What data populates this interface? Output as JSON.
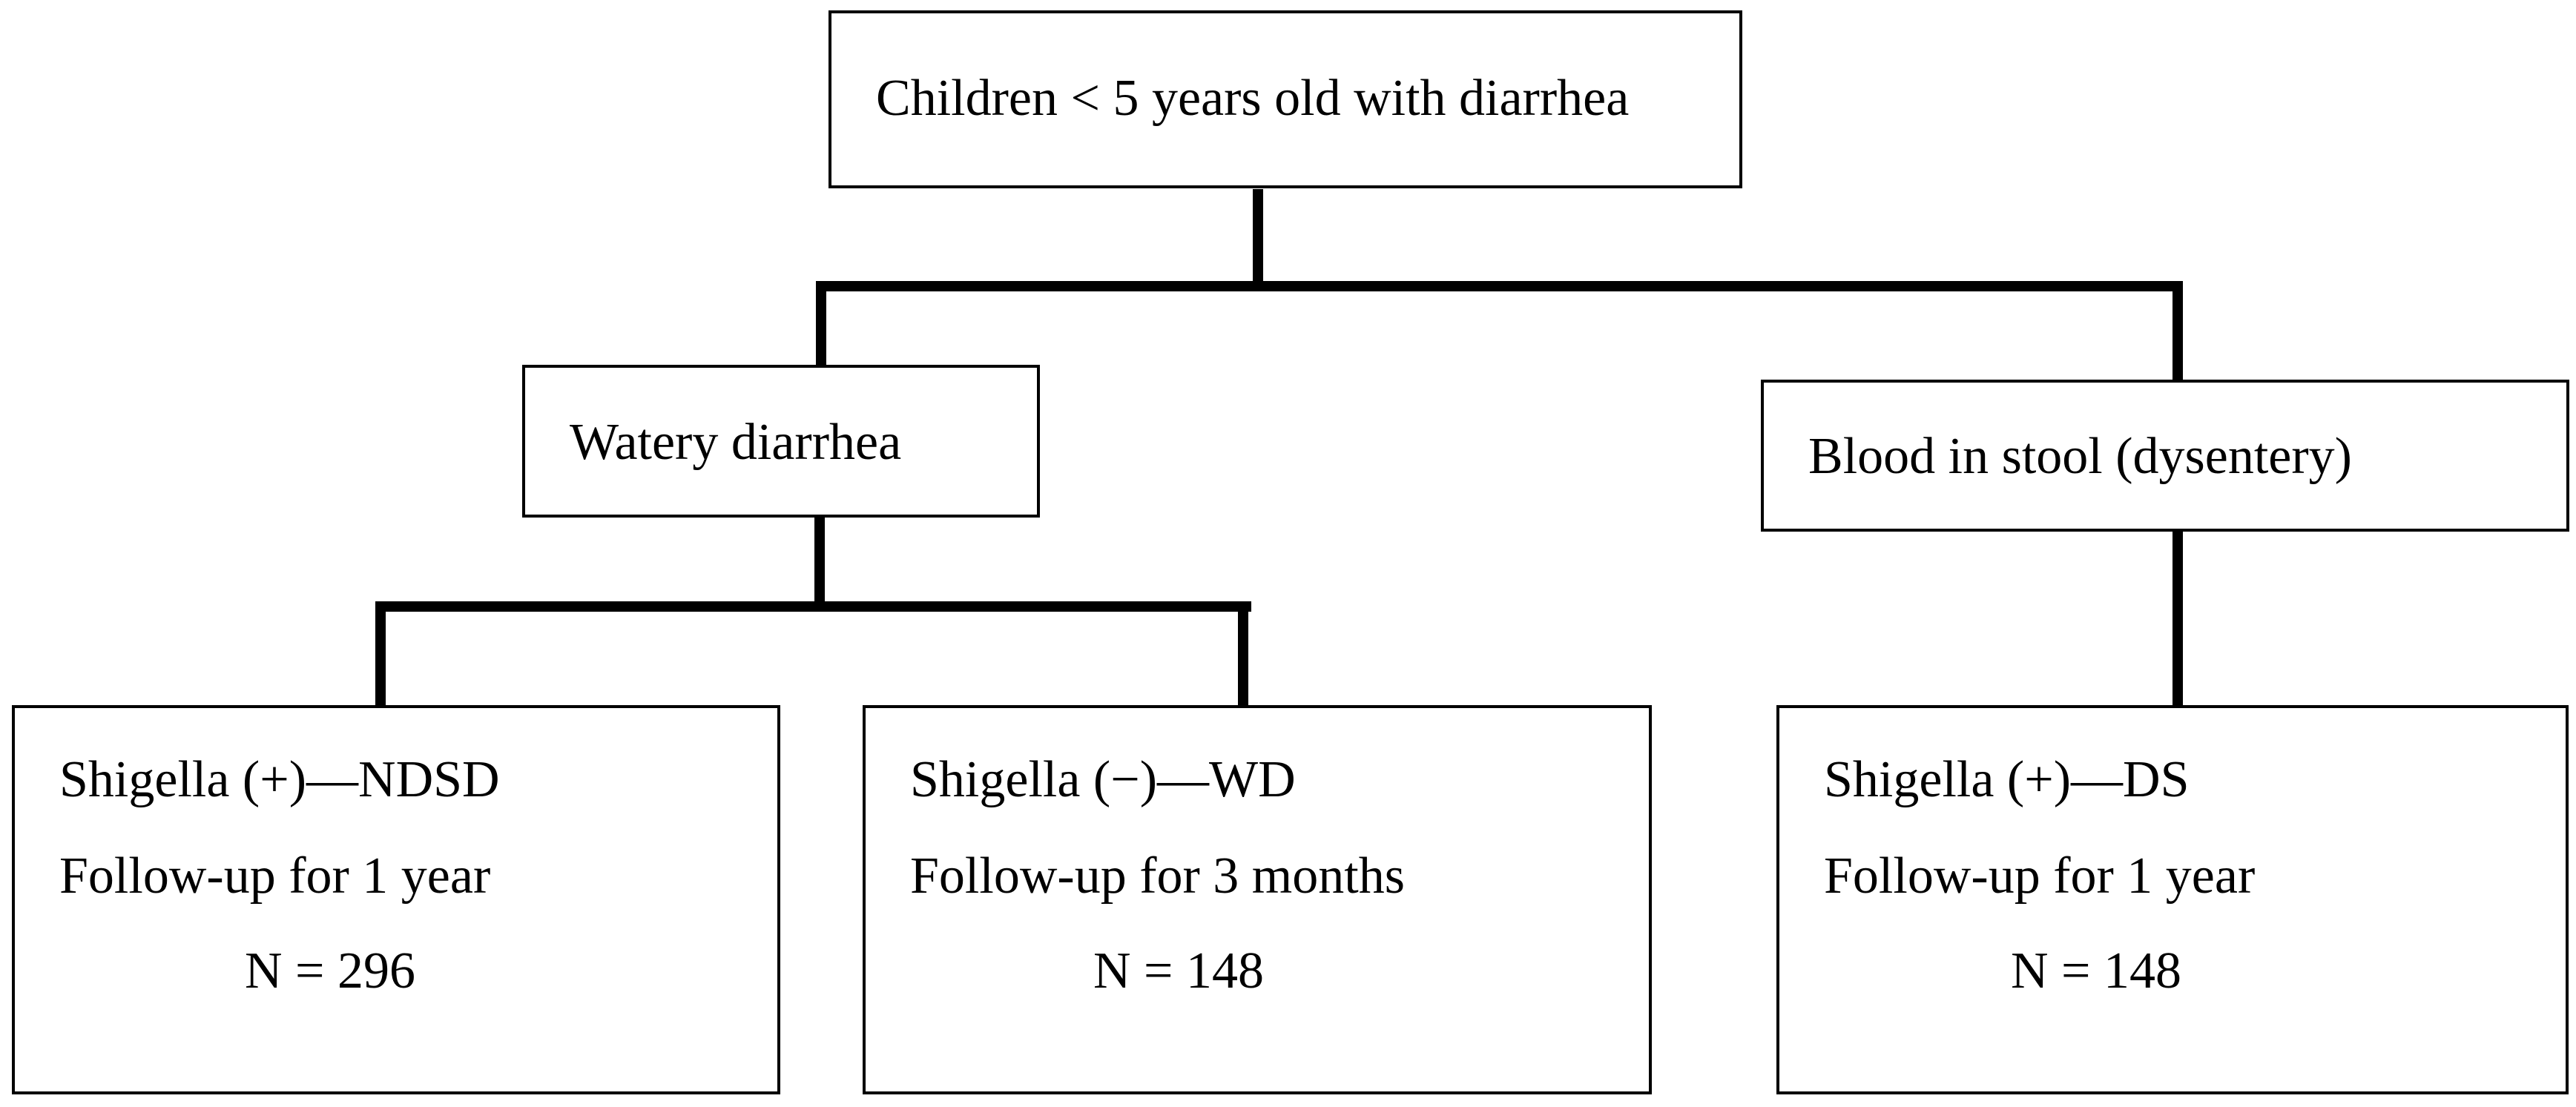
{
  "flowchart": {
    "root": {
      "label": "Children < 5 years old with diarrhea"
    },
    "branch_left": {
      "label": "Watery diarrhea"
    },
    "branch_right": {
      "label": "Blood in stool (dysentery)"
    },
    "leaves": [
      {
        "group": "Shigella (+)—NDSD",
        "followup": "Follow-up for 1 year",
        "n": "N = 296"
      },
      {
        "group": "Shigella (−)—WD",
        "followup": "Follow-up for 3 months",
        "n": "N = 148"
      },
      {
        "group": "Shigella (+)—DS",
        "followup": "Follow-up for 1 year",
        "n": "N = 148"
      }
    ]
  }
}
